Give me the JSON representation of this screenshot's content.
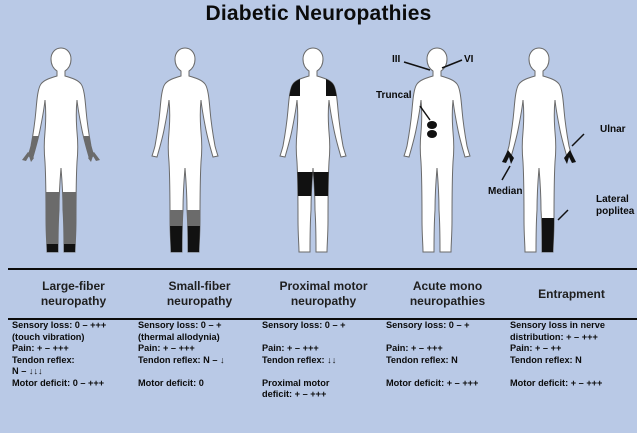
{
  "title": "Diabetic Neuropathies",
  "figure_labels": {
    "cn3": "III",
    "cn6": "VI",
    "truncal": "Truncal",
    "ulnar": "Ulnar",
    "median": "Median",
    "lateral": "Lateral",
    "popliteal": "poplitea"
  },
  "colors": {
    "background": "#b9c9e6",
    "body_fill": "#ffffff",
    "body_outline": "#6a6a6a",
    "affected_gray": "#6b6b6b",
    "affected_dark": "#111111"
  },
  "columns": [
    {
      "header": [
        "Large-fiber",
        "neuropathy"
      ],
      "sensory": [
        "Sensory loss: 0 – +++",
        "(touch vibration)"
      ],
      "pain": "Pain: + – +++",
      "reflex": [
        "Tendon reflex:",
        "N – ↓↓↓"
      ],
      "motor": [
        "Motor deficit: 0 – +++"
      ]
    },
    {
      "header": [
        "Small-fiber",
        "neuropathy"
      ],
      "sensory": [
        "Sensory loss: 0 – +",
        "(thermal allodynia)"
      ],
      "pain": "Pain: + – +++",
      "reflex": [
        "Tendon reflex: N – ↓"
      ],
      "motor": [
        "Motor deficit: 0"
      ]
    },
    {
      "header": [
        "Proximal motor",
        "neuropathy"
      ],
      "sensory": [
        "Sensory loss: 0 – +"
      ],
      "pain": "Pain: + – +++",
      "reflex": [
        "Tendon reflex: ↓↓"
      ],
      "motor": [
        "Proximal motor",
        "deficit: + – +++"
      ]
    },
    {
      "header": [
        "Acute mono",
        "neuropathies"
      ],
      "sensory": [
        "Sensory loss: 0 – +"
      ],
      "pain": "Pain: + – +++",
      "reflex": [
        "Tendon reflex: N"
      ],
      "motor": [
        "Motor deficit: + – +++"
      ]
    },
    {
      "header": [
        "Entrapment"
      ],
      "sensory": [
        "Sensory loss in nerve",
        "distribution: + – +++"
      ],
      "pain": "Pain: + – ++",
      "reflex": [
        "Tendon reflex: N"
      ],
      "motor": [
        "Motor deficit: + – +++"
      ]
    }
  ]
}
